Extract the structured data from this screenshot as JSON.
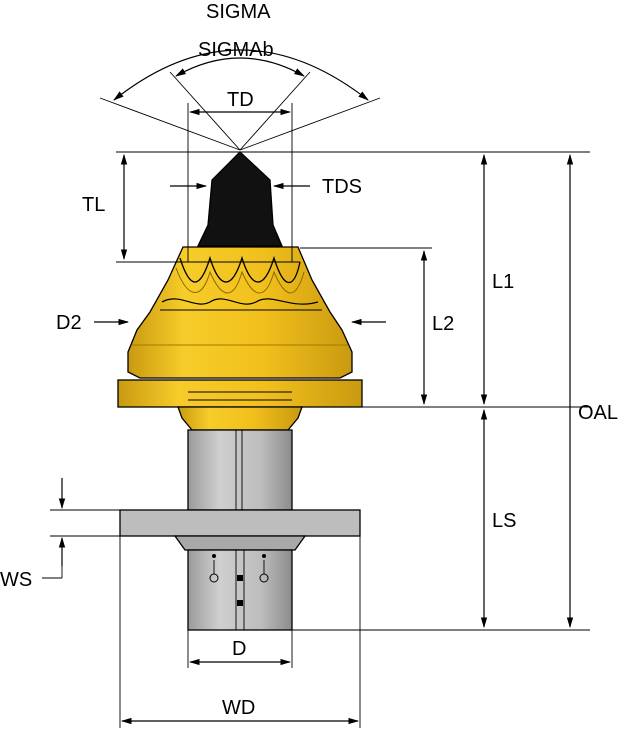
{
  "diagram": {
    "labels": {
      "sigma": "SIGMA",
      "sigmab": "SIGMAb",
      "td": "TD",
      "tds": "TDS",
      "tl": "TL",
      "l1": "L1",
      "l2": "L2",
      "d2": "D2",
      "oal": "OAL",
      "ls": "LS",
      "ws": "WS",
      "d": "D",
      "wd": "WD"
    },
    "colors": {
      "body_yellow": "#f2c01c",
      "body_yellow_shade": "#c99a10",
      "tip_black": "#111111",
      "shank_gray": "#b8b8b8",
      "shank_gray_dark": "#8c8c8c"
    }
  }
}
